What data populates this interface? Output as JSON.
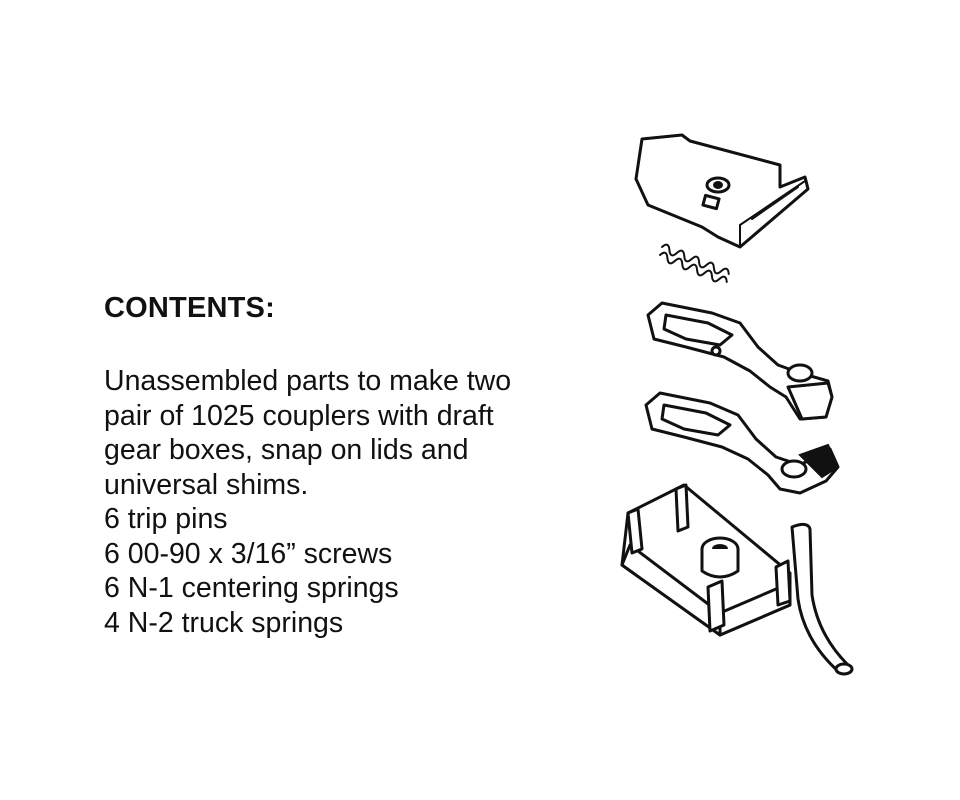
{
  "contents": {
    "heading": "CONTENTS:",
    "lines": [
      "Unassembled parts to make two",
      "pair of 1025 couplers with draft",
      "gear boxes, snap on lids and",
      "universal shims.",
      "6 trip pins",
      "6 00-90 x 3/16” screws",
      "6 N-1 centering springs",
      "4 N-2 truck springs"
    ]
  },
  "illustration": {
    "parts": [
      "lid-icon",
      "spring-icon",
      "coupler-knuckle-icon",
      "coupler-knuckle-icon",
      "draft-gear-box-icon",
      "trip-pin-icon"
    ]
  }
}
